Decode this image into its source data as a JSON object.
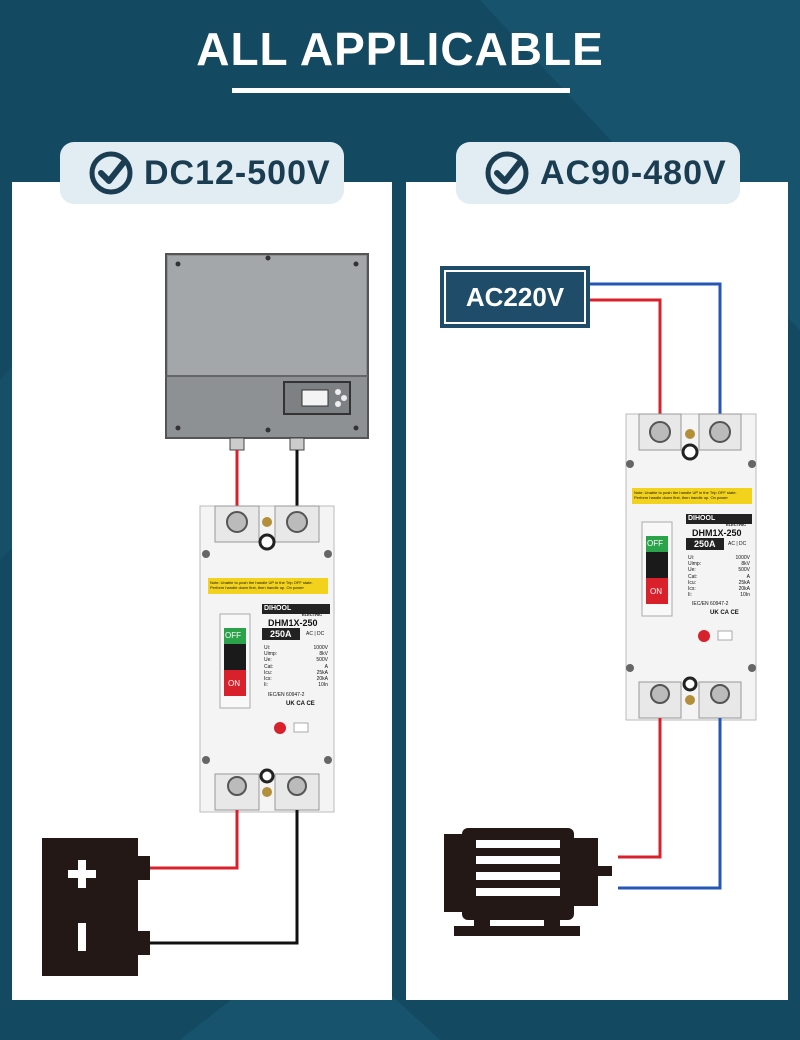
{
  "header": {
    "title": "ALL APPLICABLE"
  },
  "left_panel": {
    "voltage_label": "DC12-500V",
    "source": "inverter",
    "load": "battery"
  },
  "right_panel": {
    "voltage_label": "AC90-480V",
    "source_label": "AC220V",
    "load": "motor"
  },
  "breaker": {
    "brand": "DIHOOL",
    "brand_sub": "ELECTRIC",
    "model": "DHM1X-250",
    "rating": "250A",
    "ac_dc": "AC | DC",
    "off_label": "OFF",
    "on_label": "ON",
    "note": "Note: Unable to push the handle UP in the Trip OFF state. Perform handle down first, then handle up. On power",
    "spec_keys": [
      "Ui:",
      "Uimp:",
      "Ue:",
      "Cat:",
      "Icu:",
      "Ics:",
      "Ii:"
    ],
    "spec_values": [
      "1000V",
      "8kV",
      "500V",
      "A",
      "25kA",
      "20kA",
      "10In"
    ],
    "standard": "IEC/EN 60947-2",
    "marks": "UK CA  CE"
  },
  "colors": {
    "background": "#134a62",
    "panel": "#ffffff",
    "pill": "#e1ecf3",
    "live_wire": "#d8212b",
    "neutral_wire_dc": "#111111",
    "neutral_wire_ac": "#2457b5",
    "label_box": "#1f4d69"
  }
}
